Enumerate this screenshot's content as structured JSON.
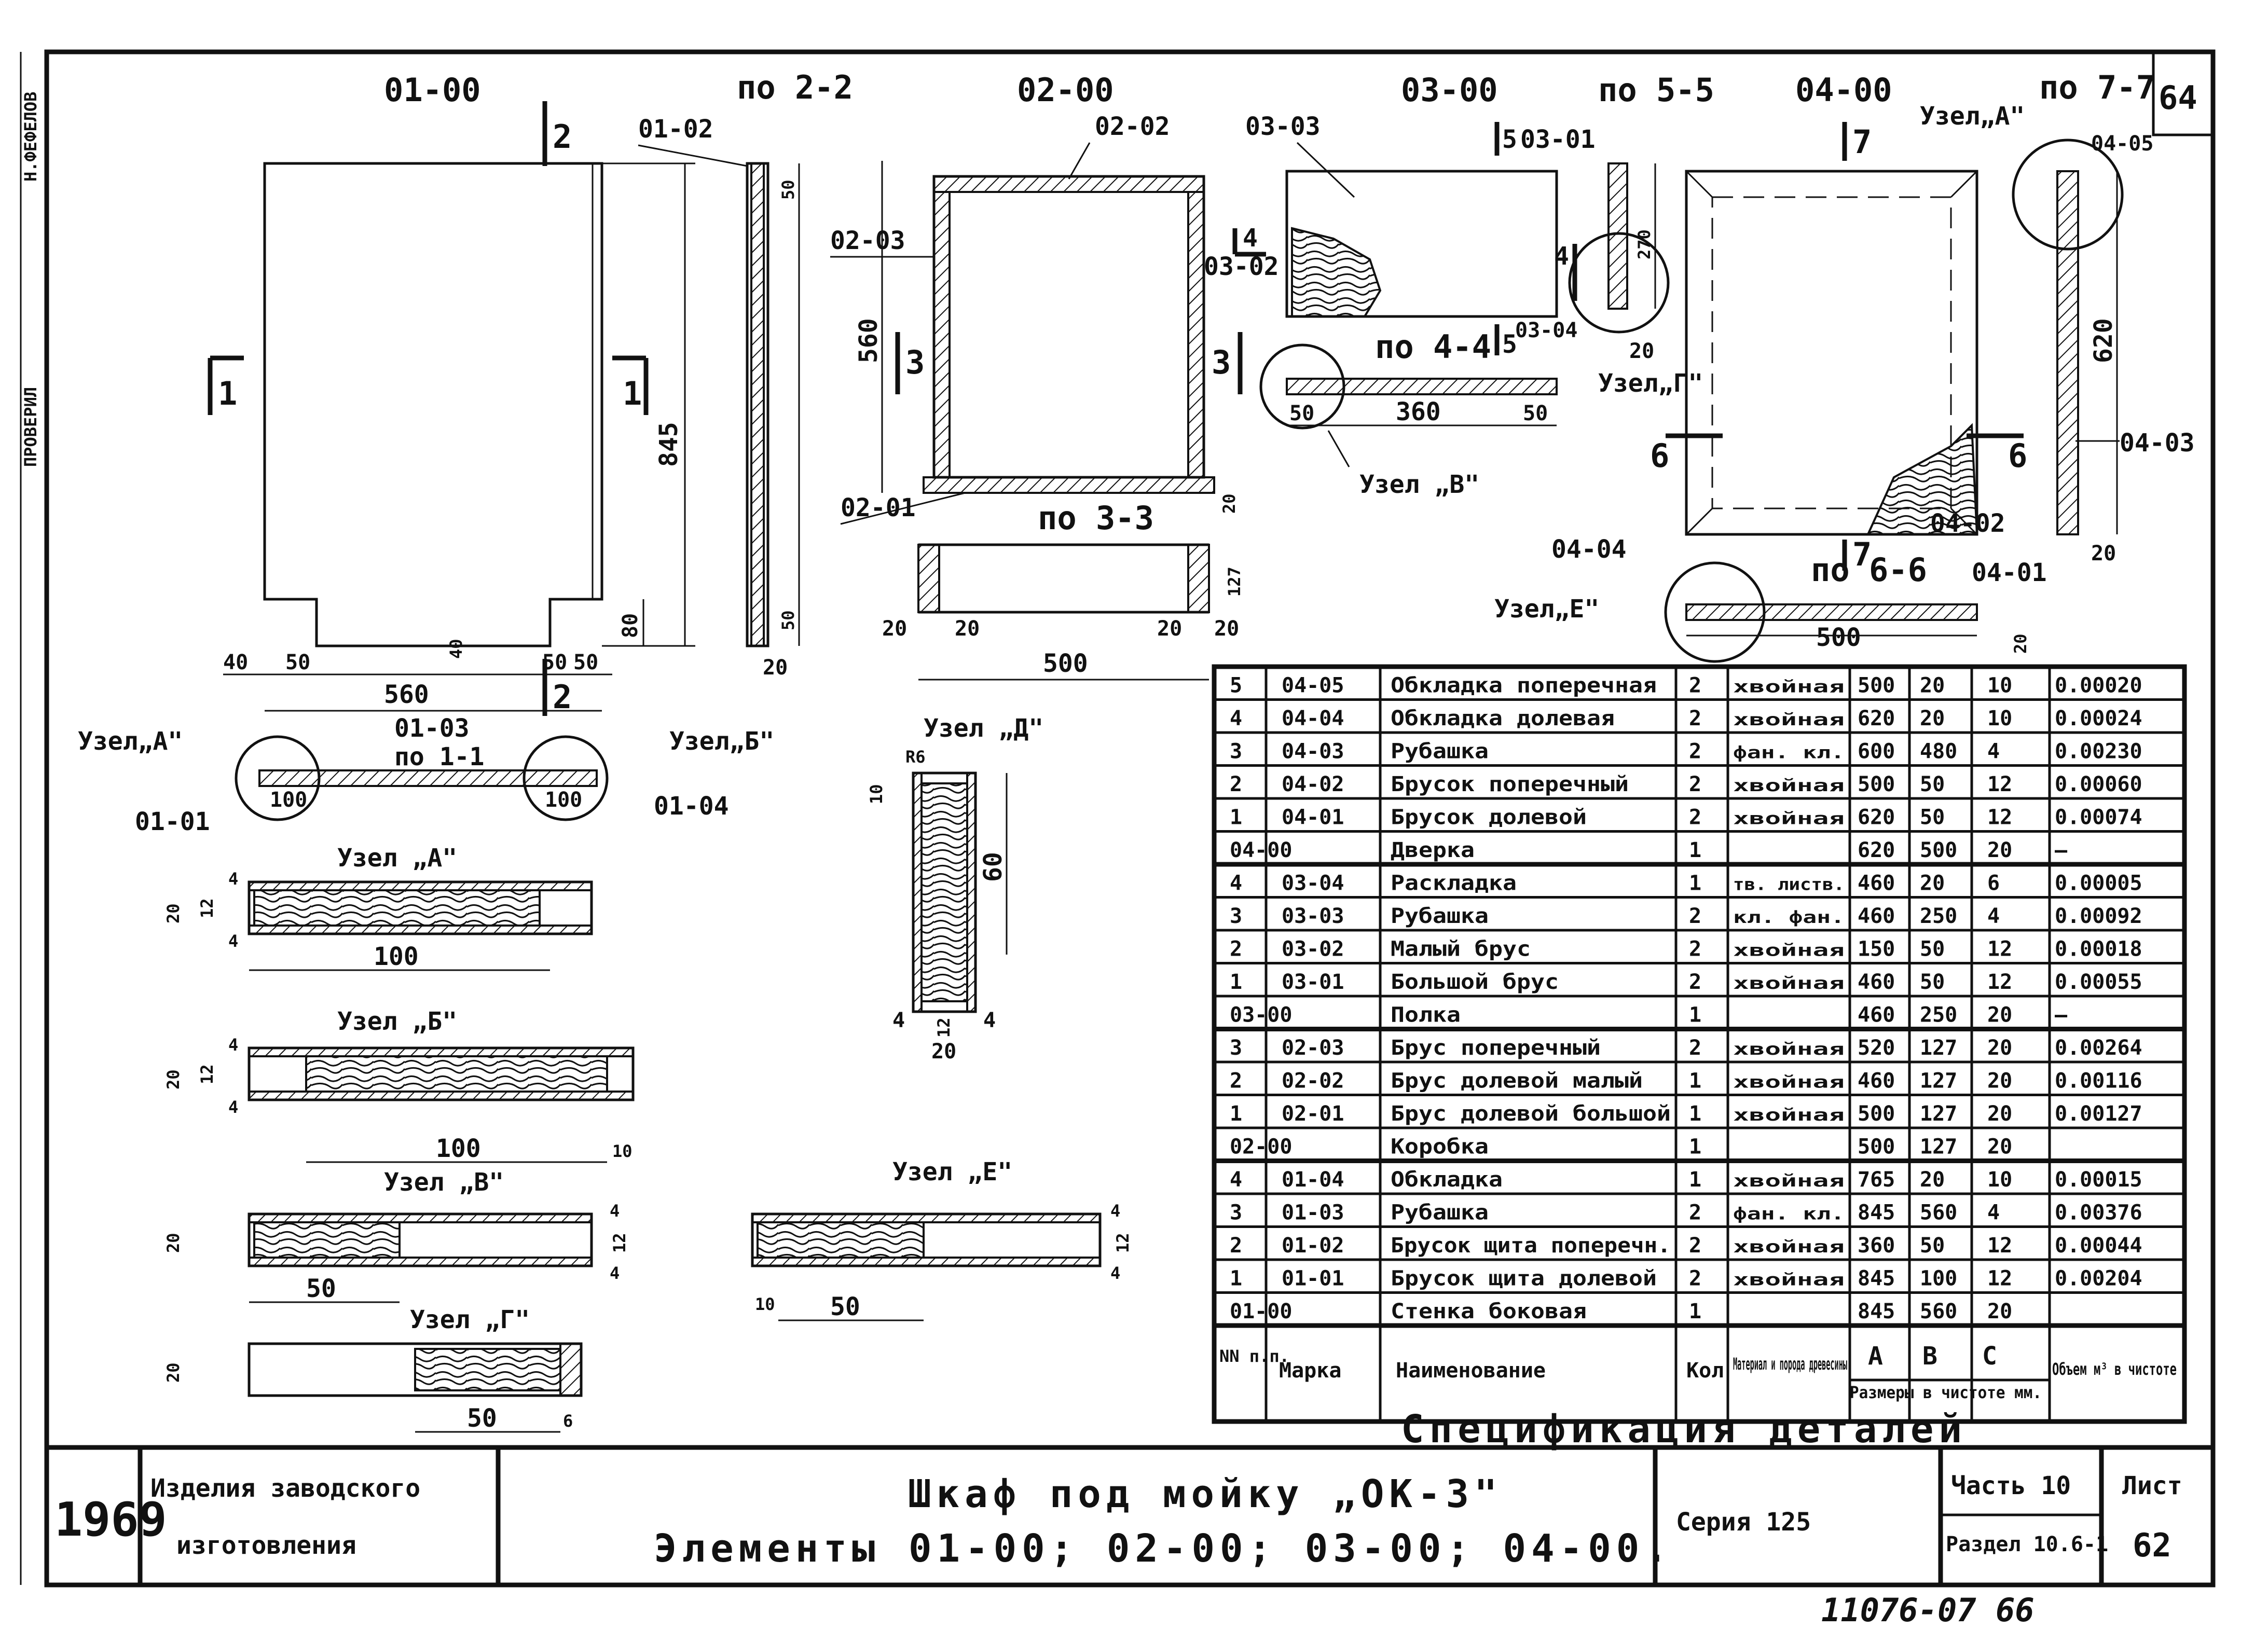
{
  "sheet": {
    "page_number": "64",
    "side_labels": [
      "Н.ФЕФЕЛОВ",
      "ПРОВЕРИЛ"
    ],
    "footer_code": "11076-07 66"
  },
  "views": {
    "v01": {
      "title": "01-00",
      "section_mark": "2",
      "cut_marks": [
        "1",
        "1"
      ],
      "dims": [
        "845",
        "80",
        "40",
        "50",
        "40",
        "50",
        "50",
        "560",
        "2"
      ]
    },
    "v22": {
      "title": "по 2-2",
      "part": "01-02",
      "dims": [
        "50",
        "50",
        "20"
      ]
    },
    "v02": {
      "title": "02-00",
      "parts": [
        "02-02",
        "02-03",
        "02-01"
      ],
      "dims": [
        "560",
        "3",
        "3",
        "20"
      ]
    },
    "v33": {
      "title": "по 3-3",
      "dims": [
        "127",
        "20",
        "20",
        "20",
        "20",
        "500"
      ]
    },
    "v03": {
      "title": "03-00",
      "parts": [
        "03-03",
        "03-02"
      ],
      "cut": "4"
    },
    "v55": {
      "title": "по 5-5",
      "parts": [
        "03-01",
        "03-04"
      ],
      "marks": [
        "5",
        "5",
        "4"
      ],
      "dims": [
        "270",
        "20"
      ],
      "node": "Узел„Г\""
    },
    "v44": {
      "title": "по 4-4",
      "dims": [
        "50",
        "360",
        "50"
      ],
      "node": "Узел „В\""
    },
    "v04": {
      "title": "04-00",
      "marks": [
        "7",
        "6",
        "6",
        "7"
      ],
      "parts": [
        "04-02"
      ]
    },
    "v77": {
      "title": "по 7-7",
      "node": "Узел„А\"",
      "parts": [
        "04-05",
        "04-03"
      ],
      "dims": [
        "620",
        "20"
      ]
    },
    "v66": {
      "title": "по 6-6",
      "parts": [
        "04-04",
        "04-01"
      ],
      "node": "Узел„Е\"",
      "dims": [
        "500",
        "20"
      ]
    },
    "v11": {
      "title": "по 1-1",
      "parts": [
        "01-03",
        "01-01",
        "01-04"
      ],
      "nodes": [
        "Узел„А\"",
        "Узел„Б\""
      ],
      "dims": [
        "100",
        "100"
      ]
    }
  },
  "nodes": {
    "a": {
      "title": "Узел „А\"",
      "dims": [
        "4",
        "12",
        "4",
        "20",
        "100"
      ]
    },
    "b": {
      "title": "Узел „Б\"",
      "dims": [
        "4",
        "12",
        "4",
        "20",
        "100",
        "10"
      ]
    },
    "v": {
      "title": "Узел „В\"",
      "dims": [
        "20",
        "4",
        "12",
        "4",
        "50"
      ]
    },
    "g": {
      "title": "Узел „Г\"",
      "dims": [
        "20",
        "50",
        "6"
      ]
    },
    "d": {
      "title": "Узел „Д\"",
      "dims": [
        "R6",
        "10",
        "60",
        "4",
        "12",
        "4",
        "20"
      ]
    },
    "e": {
      "title": "Узел „Е\"",
      "dims": [
        "4",
        "12",
        "4",
        "10",
        "50"
      ]
    }
  },
  "spec": {
    "title": "Спецификация деталей",
    "header": {
      "no": "NN п.п.",
      "mark": "Марка",
      "name": "Наименование",
      "qty": "Кол",
      "material": "Материал и порода древесины",
      "a": "А",
      "b": "В",
      "c": "С",
      "size_caption": "Размеры в чистоте мм.",
      "volume": "Объем м³ в чистоте"
    },
    "rows": [
      {
        "no": "5",
        "mark": "04-05",
        "name": "Обкладка поперечная",
        "qty": "2",
        "mat": "хвойная",
        "a": "500",
        "b": "20",
        "c": "10",
        "vol": "0.00020",
        "group": false
      },
      {
        "no": "4",
        "mark": "04-04",
        "name": "Обкладка долевая",
        "qty": "2",
        "mat": "хвойная",
        "a": "620",
        "b": "20",
        "c": "10",
        "vol": "0.00024",
        "group": false
      },
      {
        "no": "3",
        "mark": "04-03",
        "name": "Рубашка",
        "qty": "2",
        "mat": "фан. кл.",
        "a": "600",
        "b": "480",
        "c": "4",
        "vol": "0.00230",
        "group": false
      },
      {
        "no": "2",
        "mark": "04-02",
        "name": "Брусок поперечный",
        "qty": "2",
        "mat": "хвойная",
        "a": "500",
        "b": "50",
        "c": "12",
        "vol": "0.00060",
        "group": false
      },
      {
        "no": "1",
        "mark": "04-01",
        "name": "Брусок долевой",
        "qty": "2",
        "mat": "хвойная",
        "a": "620",
        "b": "50",
        "c": "12",
        "vol": "0.00074",
        "group": false
      },
      {
        "no": "",
        "mark": "04-00",
        "name": "Дверка",
        "qty": "1",
        "mat": "",
        "a": "620",
        "b": "500",
        "c": "20",
        "vol": "—",
        "group": true
      },
      {
        "no": "4",
        "mark": "03-04",
        "name": "Раскладка",
        "qty": "1",
        "mat": "тв. листв.",
        "a": "460",
        "b": "20",
        "c": "6",
        "vol": "0.00005",
        "group": false
      },
      {
        "no": "3",
        "mark": "03-03",
        "name": "Рубашка",
        "qty": "2",
        "mat": "кл. фан.",
        "a": "460",
        "b": "250",
        "c": "4",
        "vol": "0.00092",
        "group": false
      },
      {
        "no": "2",
        "mark": "03-02",
        "name": "Малый брус",
        "qty": "2",
        "mat": "хвойная",
        "a": "150",
        "b": "50",
        "c": "12",
        "vol": "0.00018",
        "group": false
      },
      {
        "no": "1",
        "mark": "03-01",
        "name": "Большой брус",
        "qty": "2",
        "mat": "хвойная",
        "a": "460",
        "b": "50",
        "c": "12",
        "vol": "0.00055",
        "group": false
      },
      {
        "no": "",
        "mark": "03-00",
        "name": "Полка",
        "qty": "1",
        "mat": "",
        "a": "460",
        "b": "250",
        "c": "20",
        "vol": "—",
        "group": true
      },
      {
        "no": "3",
        "mark": "02-03",
        "name": "Брус поперечный",
        "qty": "2",
        "mat": "хвойная",
        "a": "520",
        "b": "127",
        "c": "20",
        "vol": "0.00264",
        "group": false
      },
      {
        "no": "2",
        "mark": "02-02",
        "name": "Брус долевой малый",
        "qty": "1",
        "mat": "хвойная",
        "a": "460",
        "b": "127",
        "c": "20",
        "vol": "0.00116",
        "group": false
      },
      {
        "no": "1",
        "mark": "02-01",
        "name": "Брус долевой большой",
        "qty": "1",
        "mat": "хвойная",
        "a": "500",
        "b": "127",
        "c": "20",
        "vol": "0.00127",
        "group": false
      },
      {
        "no": "",
        "mark": "02-00",
        "name": "Коробка",
        "qty": "1",
        "mat": "",
        "a": "500",
        "b": "127",
        "c": "20",
        "vol": "",
        "group": true
      },
      {
        "no": "4",
        "mark": "01-04",
        "name": "Обкладка",
        "qty": "1",
        "mat": "хвойная",
        "a": "765",
        "b": "20",
        "c": "10",
        "vol": "0.00015",
        "group": false
      },
      {
        "no": "3",
        "mark": "01-03",
        "name": "Рубашка",
        "qty": "2",
        "mat": "фан. кл.",
        "a": "845",
        "b": "560",
        "c": "4",
        "vol": "0.00376",
        "group": false
      },
      {
        "no": "2",
        "mark": "01-02",
        "name": "Брусок щита поперечн.",
        "qty": "2",
        "mat": "хвойная",
        "a": "360",
        "b": "50",
        "c": "12",
        "vol": "0.00044",
        "group": false
      },
      {
        "no": "1",
        "mark": "01-01",
        "name": "Брусок щита долевой",
        "qty": "2",
        "mat": "хвойная",
        "a": "845",
        "b": "100",
        "c": "12",
        "vol": "0.00204",
        "group": false
      },
      {
        "no": "",
        "mark": "01-00",
        "name": "Стенка боковая",
        "qty": "1",
        "mat": "",
        "a": "845",
        "b": "560",
        "c": "20",
        "vol": "",
        "group": true
      }
    ]
  },
  "titleblock": {
    "year": "1969",
    "org": [
      "Изделия заводского",
      "изготовления"
    ],
    "title_line1": "Шкаф под мойку „ОК-3\"",
    "title_line2": "Элементы 01-00; 02-00; 03-00; 04-00.",
    "series": "Серия 125",
    "part": "Часть 10",
    "section": "Раздел 10.6-1",
    "sheet_label": "Лист",
    "sheet_no": "62"
  }
}
